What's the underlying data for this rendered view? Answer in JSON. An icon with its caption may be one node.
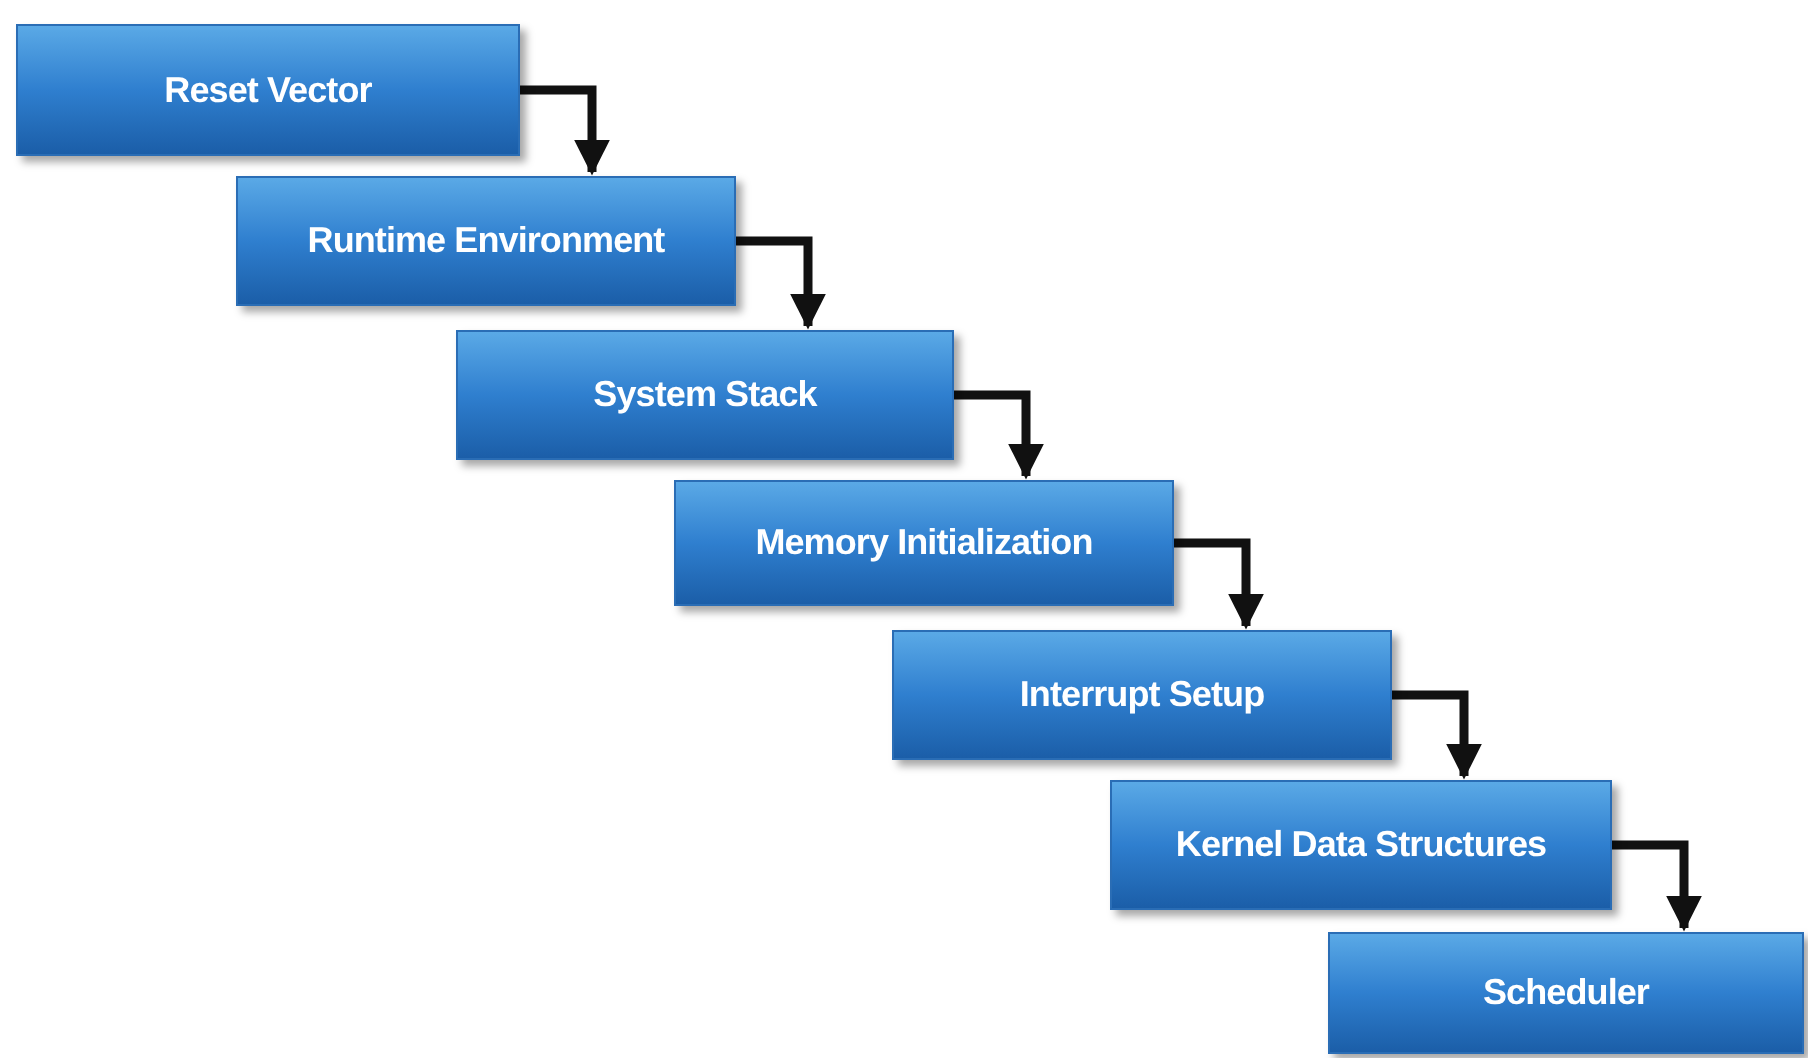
{
  "diagram": {
    "nodes": [
      {
        "text": [
          "Reset Vector"
        ]
      },
      {
        "text": [
          "Runtime Environment"
        ]
      },
      {
        "text": [
          "System Stack"
        ]
      },
      {
        "text": [
          "Memory Initialization"
        ]
      },
      {
        "text": [
          "Interrupt Setup"
        ]
      },
      {
        "text": [
          "Kernel Data Structures"
        ]
      },
      {
        "text": [
          "Scheduler"
        ]
      }
    ],
    "edges": [
      {
        "from": 0,
        "to": 1,
        "arrow": "to"
      },
      {
        "from": 1,
        "to": 2,
        "arrow": "to"
      },
      {
        "from": 2,
        "to": 3,
        "arrow": "to"
      },
      {
        "from": 3,
        "to": 4,
        "arrow": "to"
      },
      {
        "from": 4,
        "to": 5,
        "arrow": "to"
      },
      {
        "from": 5,
        "to": 6,
        "arrow": "to"
      }
    ]
  }
}
